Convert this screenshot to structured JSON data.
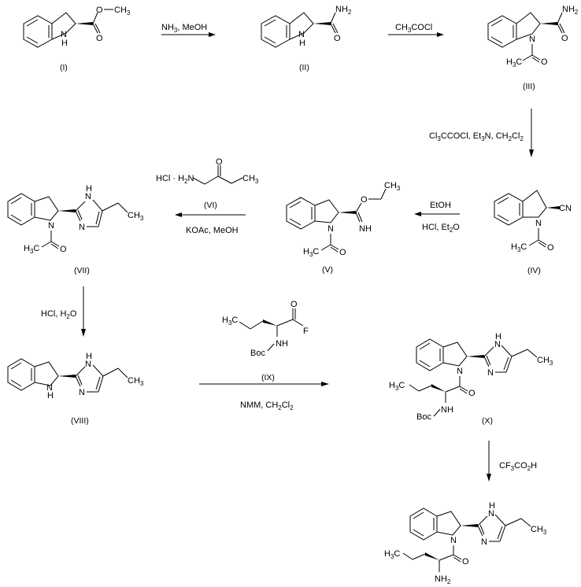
{
  "title": "Synthesis scheme of indolinyl-imidazole aminoacyl compound",
  "compounds": [
    {
      "id": "I",
      "label": "(I)",
      "atoms": {
        "o_ester": "O",
        "ch3": "CH",
        "ch3_sub": "3",
        "o_carbonyl": "O",
        "nh_n": "N",
        "nh_h": "H"
      }
    },
    {
      "id": "II",
      "label": "(II)",
      "atoms": {
        "nh2": "NH",
        "nh2_sub": "2",
        "o": "O",
        "nh_n": "N",
        "nh_h": "H"
      }
    },
    {
      "id": "III",
      "label": "(III)",
      "atoms": {
        "nh2": "NH",
        "nh2_sub": "2",
        "o": "O",
        "n": "N",
        "h3c": "H",
        "h3c_sub": "3",
        "h3c_c": "C",
        "o_acetyl": "O"
      }
    },
    {
      "id": "IV",
      "label": "(IV)",
      "atoms": {
        "cn": "CN",
        "n": "N",
        "h3c": "H",
        "h3c_sub": "3",
        "h3c_c": "C",
        "o_acetyl": "O"
      }
    },
    {
      "id": "V",
      "label": "(V)",
      "atoms": {
        "o": "O",
        "ch3": "CH",
        "ch3_sub": "3",
        "nh": "NH",
        "n": "N",
        "h3c": "H",
        "h3c_sub": "3",
        "h3c_c": "C",
        "o_acetyl": "O"
      }
    },
    {
      "id": "VI",
      "label": "(VI)",
      "atoms": {
        "hcl": "HCl ·",
        "h2n": "H",
        "h2n_sub": "2",
        "h2n_n": "N",
        "o": "O",
        "ch3": "CH",
        "ch3_sub": "3"
      }
    },
    {
      "id": "VII",
      "label": "(VII)",
      "atoms": {
        "imid_nh_h": "H",
        "imid_nh_n": "N",
        "imid_n": "N",
        "ch3": "CH",
        "ch3_sub": "3",
        "n": "N",
        "h3c": "H",
        "h3c_sub": "3",
        "h3c_c": "C",
        "o_acetyl": "O"
      }
    },
    {
      "id": "VIII",
      "label": "(VIII)",
      "atoms": {
        "imid_nh_h": "H",
        "imid_nh_n": "N",
        "imid_n": "N",
        "ch3": "CH",
        "ch3_sub": "3",
        "nh_n": "N",
        "nh_h": "H"
      }
    },
    {
      "id": "IX",
      "label": "(IX)",
      "atoms": {
        "h3c": "H",
        "h3c_sub": "3",
        "h3c_c": "C",
        "o": "O",
        "f": "F",
        "nh": "NH",
        "boc": "Boc"
      }
    },
    {
      "id": "X",
      "label": "(X)",
      "atoms": {
        "imid_nh_h": "H",
        "imid_nh_n": "N",
        "imid_n": "N",
        "ch3": "CH",
        "ch3_sub": "3",
        "n": "N",
        "h3c": "H",
        "h3c_sub": "3",
        "h3c_c": "C",
        "o": "O",
        "nh": "NH",
        "boc": "Boc"
      }
    },
    {
      "id": "XI",
      "label": "",
      "atoms": {
        "imid_nh_h": "H",
        "imid_nh_n": "N",
        "imid_n": "N",
        "ch3": "CH",
        "ch3_sub": "3",
        "n": "N",
        "h3c": "H",
        "h3c_sub": "3",
        "h3c_c": "C",
        "o": "O",
        "nh2": "NH",
        "nh2_sub": "2"
      }
    }
  ],
  "reactions": [
    {
      "id": "step1",
      "from": "I",
      "to": "II",
      "reagents_above": [
        "NH",
        "3",
        ", MeOH"
      ],
      "reagents_below": []
    },
    {
      "id": "step2",
      "from": "II",
      "to": "III",
      "reagents_above": [
        "CH",
        "3",
        "COCl"
      ],
      "reagents_below": []
    },
    {
      "id": "step3",
      "from": "III",
      "to": "IV",
      "reagents_side": [
        "Cl",
        "3",
        "CCOCl, Et",
        "3",
        "N, CH",
        "2",
        "Cl",
        "2"
      ]
    },
    {
      "id": "step4",
      "from": "IV",
      "to": "V",
      "reagents_above": [
        "EtOH"
      ],
      "reagents_below": [
        "HCl, Et",
        "2",
        "O"
      ]
    },
    {
      "id": "step5",
      "from": "V",
      "to": "VII",
      "reagents_above": [
        "(VI)"
      ],
      "reagents_below": [
        "KOAc, MeOH"
      ]
    },
    {
      "id": "step6",
      "from": "VII",
      "to": "VIII",
      "reagents_side": [
        "HCl, H",
        "2",
        "O"
      ]
    },
    {
      "id": "step7",
      "from": "VIII",
      "to": "X",
      "reagents_above": [
        "(IX)"
      ],
      "reagents_below": [
        "NMM, CH",
        "2",
        "Cl",
        "2"
      ]
    },
    {
      "id": "step8",
      "from": "X",
      "to": "XI",
      "reagents_side": [
        "CF",
        "3",
        "CO",
        "2",
        "H"
      ]
    }
  ]
}
